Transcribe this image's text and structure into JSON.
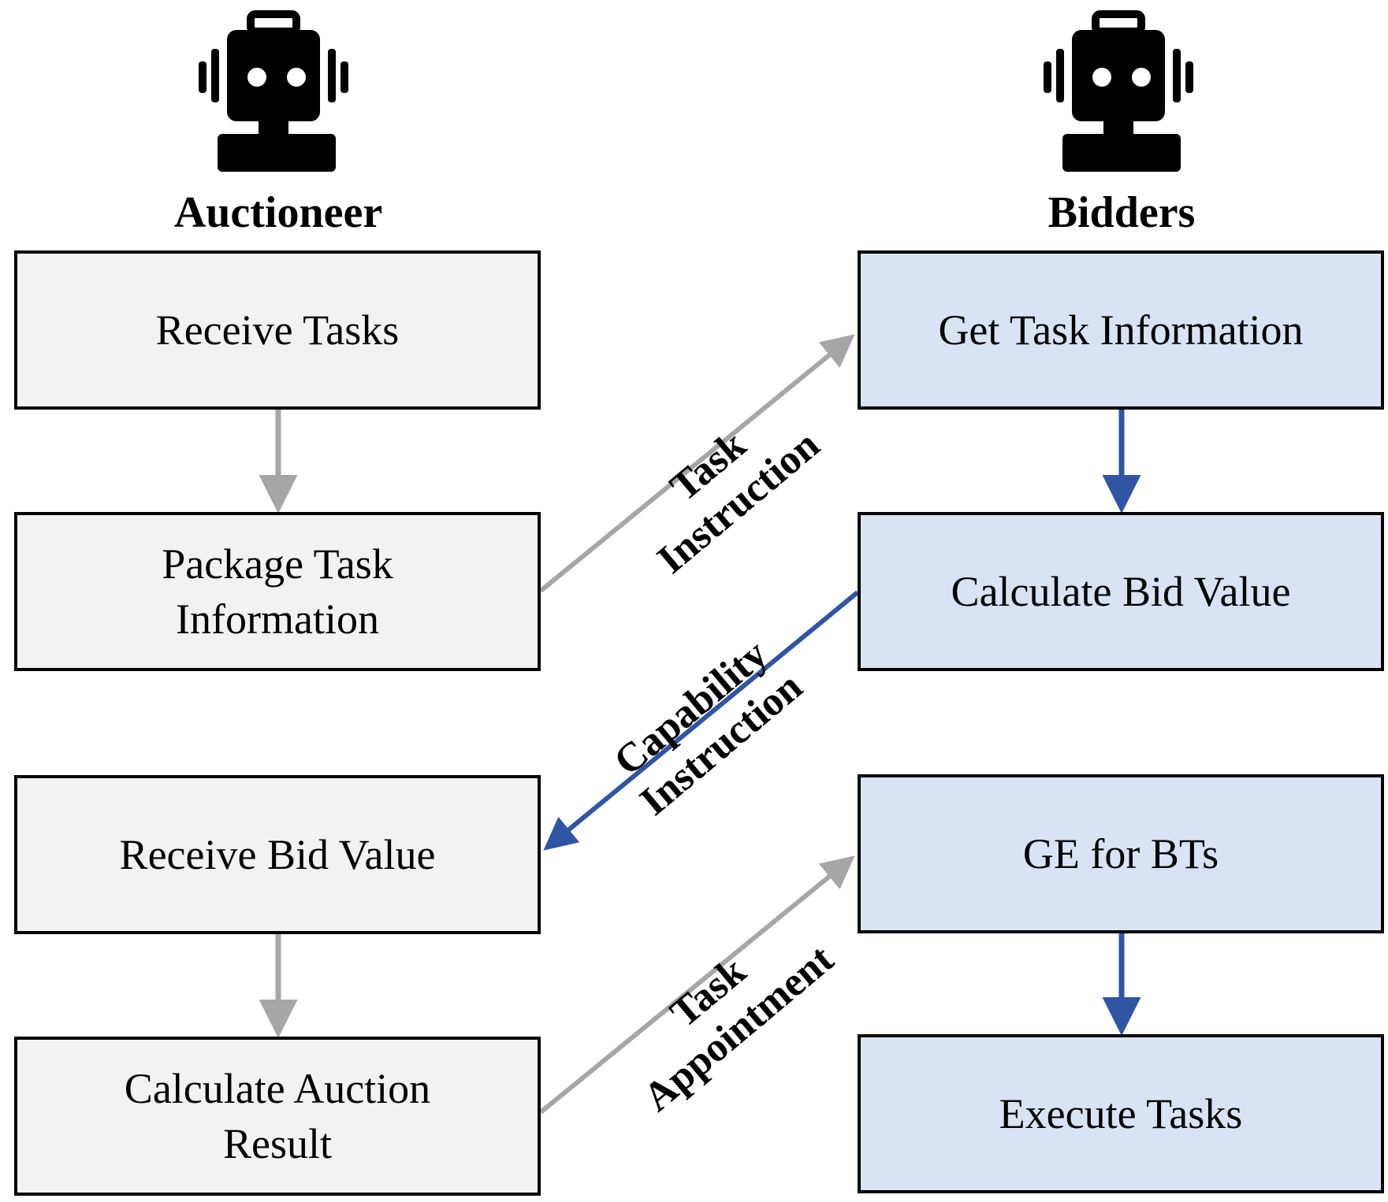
{
  "actors": {
    "auctioneer": {
      "label": "Auctioneer",
      "icon": "robot-icon"
    },
    "bidders": {
      "label": "Bidders",
      "icon": "robot-icon"
    }
  },
  "auctioneer_steps": [
    {
      "id": "receive-tasks",
      "label": "Receive Tasks"
    },
    {
      "id": "package-task-information",
      "label": "Package Task Information"
    },
    {
      "id": "receive-bid-value",
      "label": "Receive Bid Value"
    },
    {
      "id": "calculate-auction-result",
      "label": "Calculate Auction Result"
    }
  ],
  "bidder_steps": [
    {
      "id": "get-task-information",
      "label": "Get Task Information"
    },
    {
      "id": "calculate-bid-value",
      "label": "Calculate Bid Value"
    },
    {
      "id": "ge-for-bts",
      "label": "GE for BTs"
    },
    {
      "id": "execute-tasks",
      "label": "Execute Tasks"
    }
  ],
  "edges": [
    {
      "from": "package-task-information",
      "to": "get-task-information",
      "label": "Task\nInstruction",
      "color": "#a6a6a6"
    },
    {
      "from": "calculate-bid-value",
      "to": "receive-bid-value",
      "label": "Capability\nInstruction",
      "color": "#2f55a4"
    },
    {
      "from": "calculate-auction-result",
      "to": "ge-for-bts",
      "label": "Task\nAppointment",
      "color": "#a6a6a6"
    }
  ],
  "colors": {
    "auctioneer_box": "#f2f2f2",
    "bidder_box": "#dae3f3",
    "auctioneer_flow": "#a6a6a6",
    "bidder_flow": "#2f55a4",
    "outline": "#000000"
  }
}
